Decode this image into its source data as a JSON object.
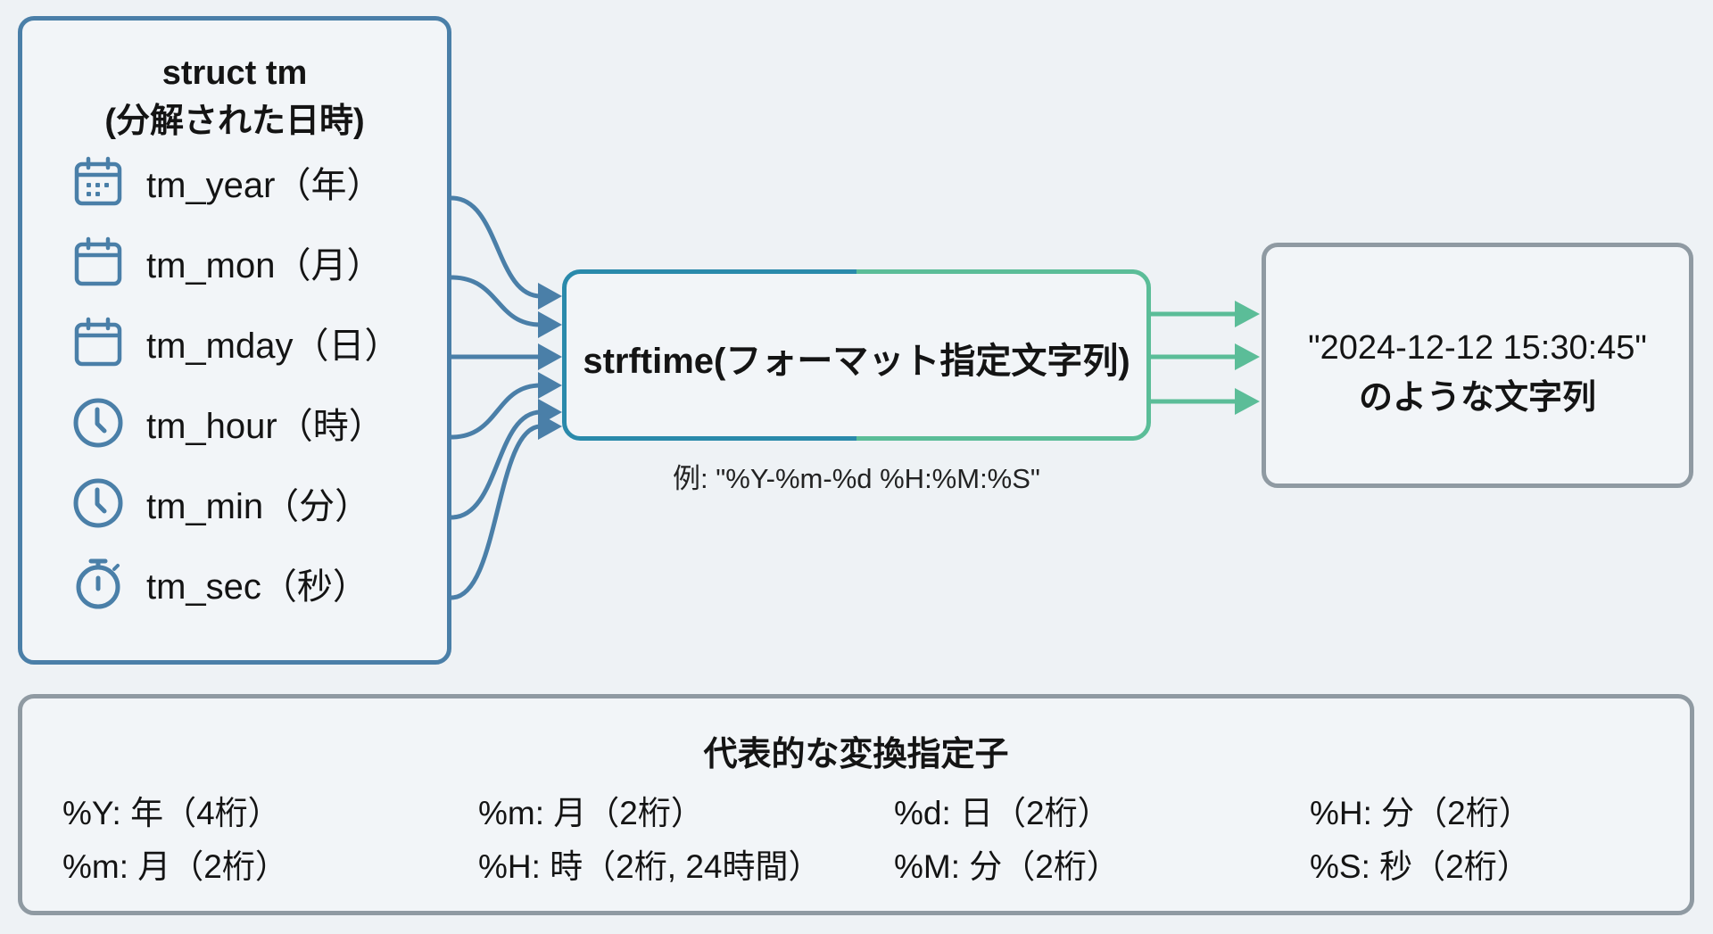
{
  "struct": {
    "title_line1": "struct tm",
    "title_line2": "(分解された日時)",
    "fields": [
      {
        "label": "tm_year（年）",
        "icon": "calendar-grid-icon"
      },
      {
        "label": "tm_mon（月）",
        "icon": "calendar-icon"
      },
      {
        "label": "tm_mday（日）",
        "icon": "calendar-icon"
      },
      {
        "label": "tm_hour（時）",
        "icon": "clock-icon"
      },
      {
        "label": "tm_min（分）",
        "icon": "clock-icon"
      },
      {
        "label": "tm_sec（秒）",
        "icon": "stopwatch-icon"
      }
    ]
  },
  "function": {
    "label": "strftime(フォーマット指定文字列)",
    "example": "例:  \"%Y-%m-%d %H:%M:%S\""
  },
  "result": {
    "line1": "\"2024-12-12 15:30:45\"",
    "line2": "のような文字列"
  },
  "specifiers": {
    "title": "代表的な変換指定子",
    "rows": [
      [
        "%Y:  年（4桁）",
        "%m: 月（2桁）",
        "%d:  日（2桁）",
        "%H: 分（2桁）"
      ],
      [
        "%m: 月（2桁）",
        "%H:  時（2桁, 24時間）",
        "%M: 分（2桁）",
        "%S: 秒（2桁）"
      ]
    ]
  },
  "colors": {
    "struct_border": "#4a7fa8",
    "input_arrow": "#4a7fa8",
    "func_border_left": "#2a8aab",
    "func_border_right": "#5bbd98",
    "output_arrow": "#5bbd98",
    "neutral_border": "#8f9aa2",
    "background": "#eef2f5"
  }
}
